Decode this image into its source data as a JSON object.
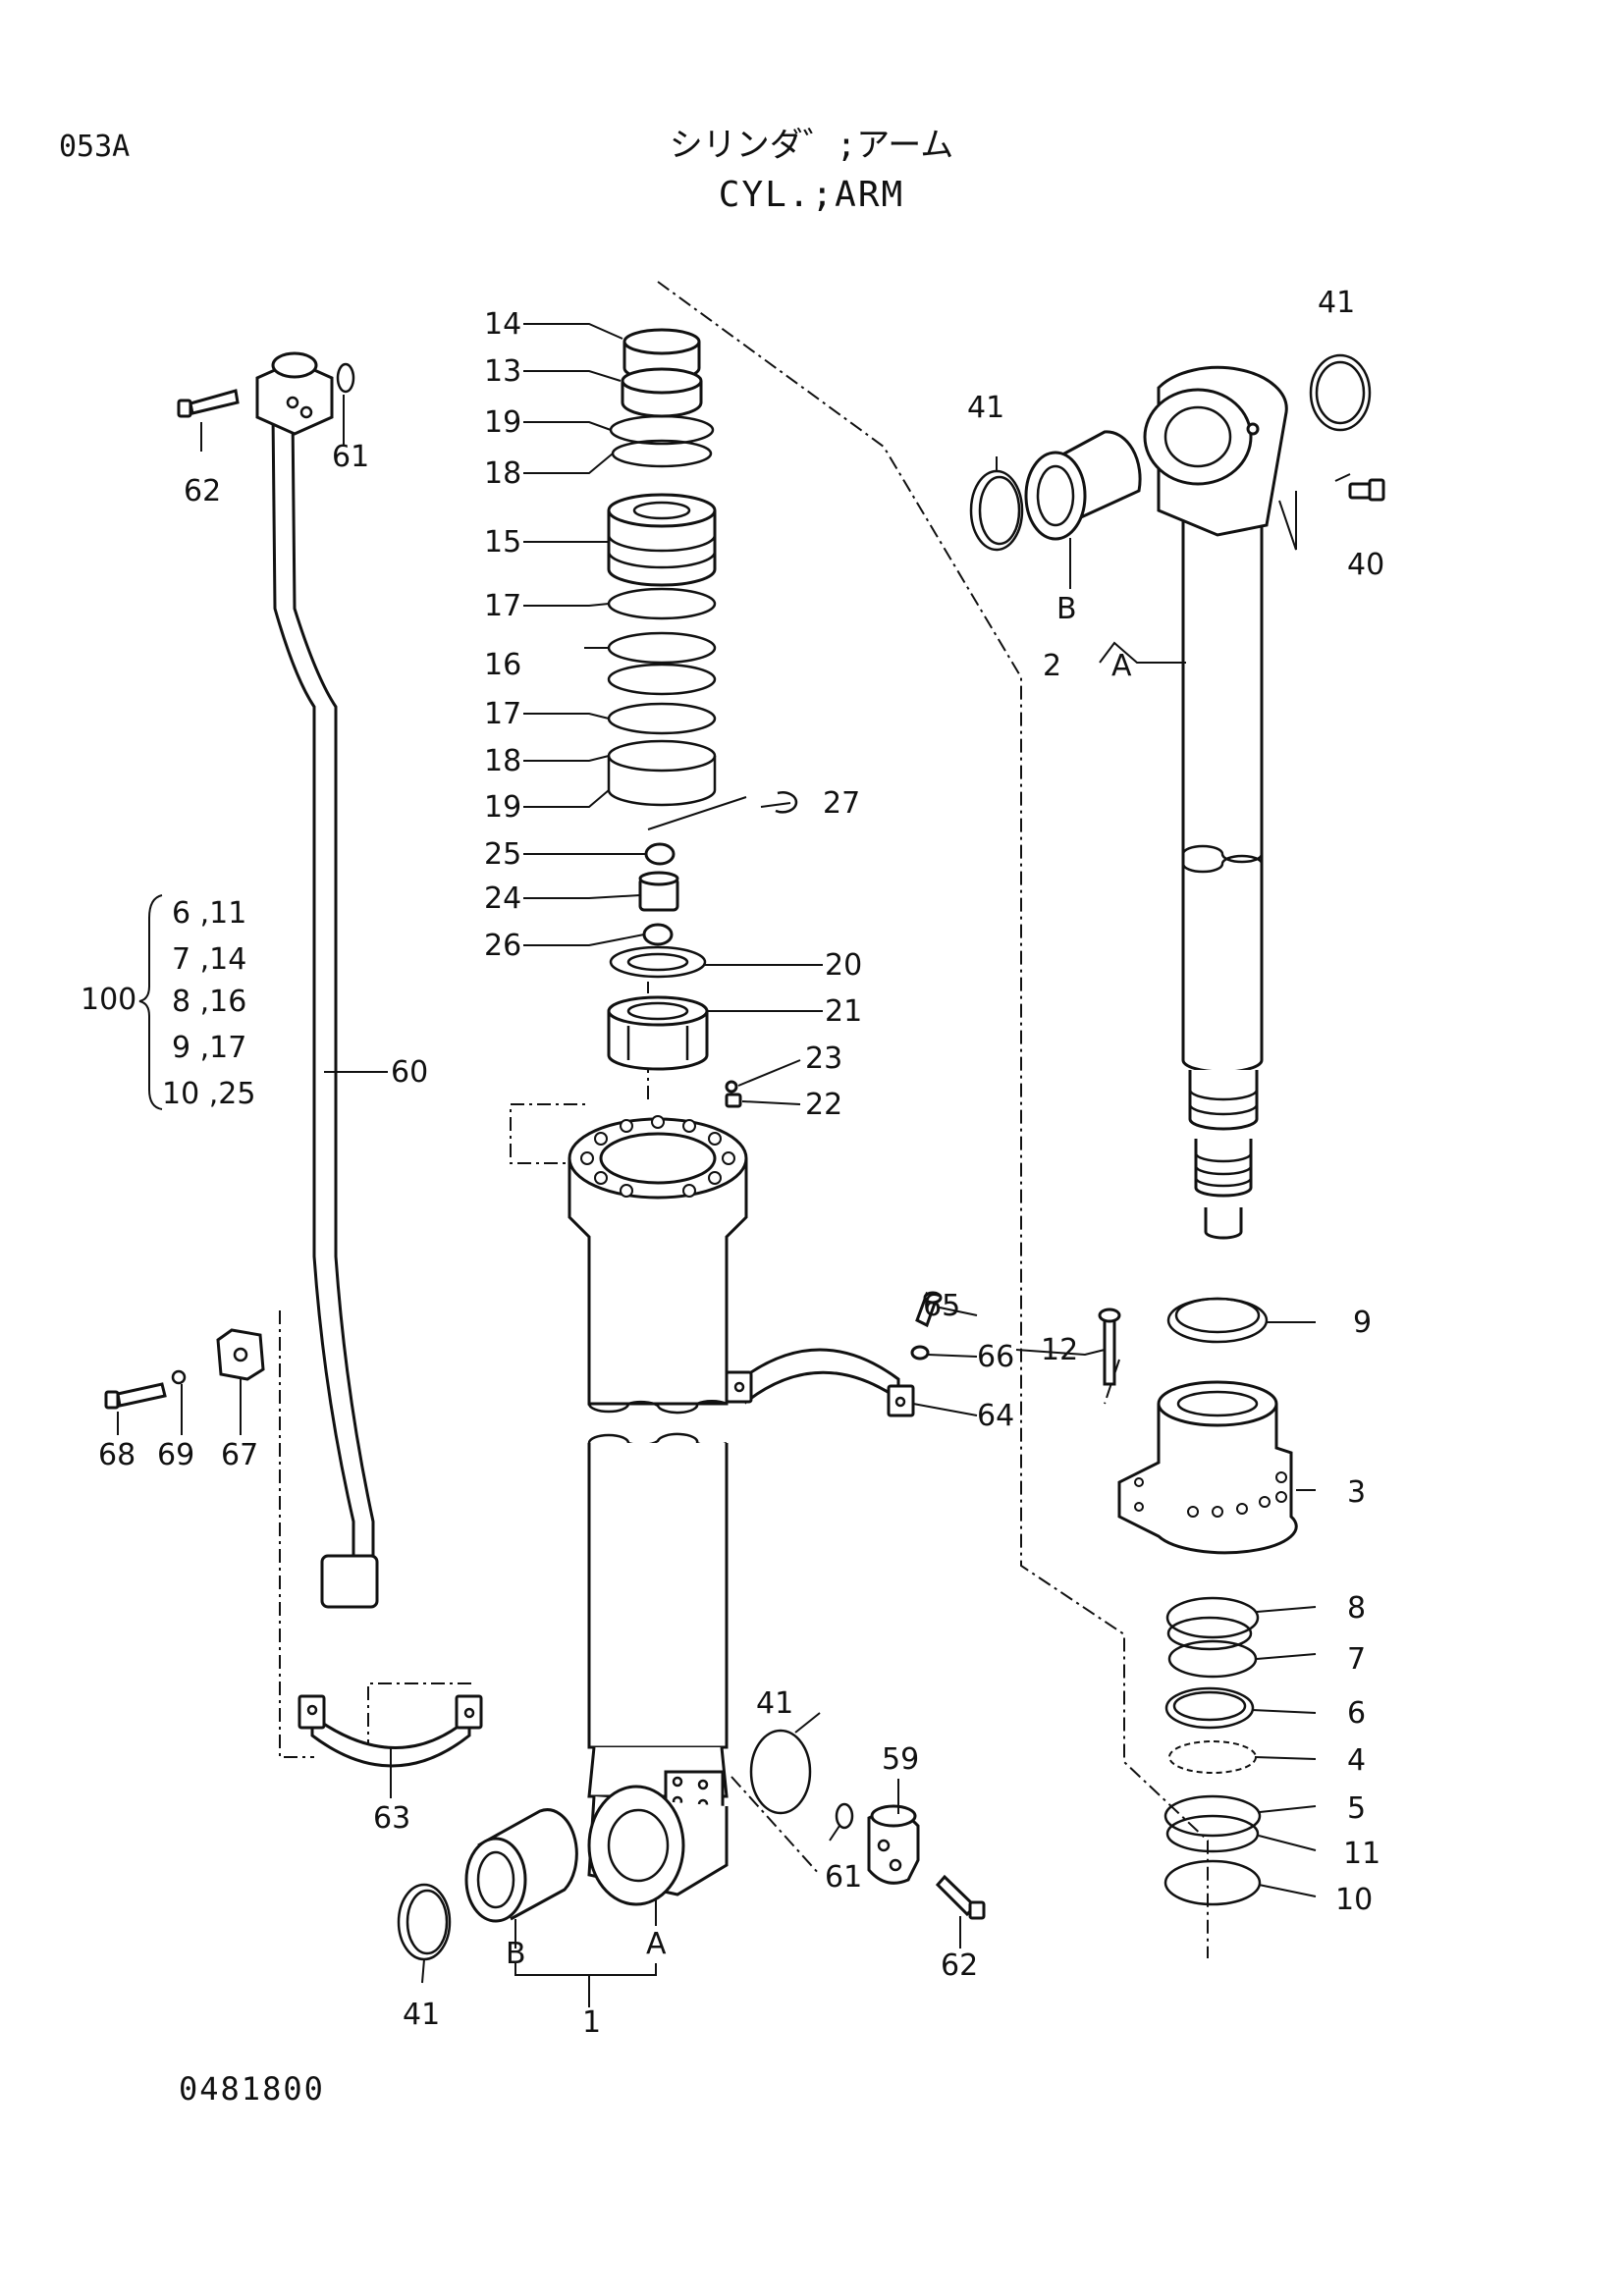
{
  "header": {
    "page_code": "053A",
    "title_jp": "シリンダ゛;アーム",
    "title_en": "CYL.;ARM",
    "drawing_number": "0481800"
  },
  "callouts": {
    "c1": "1",
    "c2": "2",
    "c3": "3",
    "c4": "4",
    "c5": "5",
    "c6": "6",
    "c7": "7",
    "c8": "8",
    "c9": "9",
    "c10": "10",
    "c11": "11",
    "c12": "12",
    "c13": "13",
    "c14": "14",
    "c15": "15",
    "c16": "16",
    "c17a": "17",
    "c17b": "17",
    "c18a": "18",
    "c18b": "18",
    "c19a": "19",
    "c19b": "19",
    "c20": "20",
    "c21": "21",
    "c22": "22",
    "c23": "23",
    "c24": "24",
    "c25": "25",
    "c26": "26",
    "c27": "27",
    "c40": "40",
    "c41a": "41",
    "c41b": "41",
    "c41c": "41",
    "c41d": "41",
    "c59": "59",
    "c60": "60",
    "c61a": "61",
    "c61b": "61",
    "c62a": "62",
    "c62b": "62",
    "c63": "63",
    "c64": "64",
    "c65": "65",
    "c66": "66",
    "c67": "67",
    "c68": "68",
    "c69": "69",
    "ref_a1": "A",
    "ref_b1": "B",
    "ref_a2": "A",
    "ref_b2": "B"
  },
  "kit_100": {
    "label": "100",
    "rows": [
      "6 ,11",
      "7 ,14",
      "8 ,16",
      "9 ,17",
      "10 ,25"
    ]
  }
}
